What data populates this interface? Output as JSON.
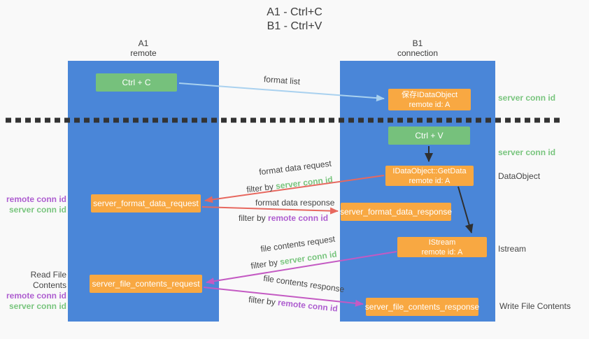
{
  "header": {
    "title_line1": "A1 - Ctrl+C",
    "title_line2": "B1 - Ctrl+V"
  },
  "lifelines": {
    "left": {
      "id": "A1",
      "label": "remote"
    },
    "right": {
      "id": "B1",
      "label": "connection"
    }
  },
  "nodes": {
    "ctrl_c": "Ctrl + C",
    "ctrl_v": "Ctrl + V",
    "save_dataobject": {
      "title": "保存IDataObject",
      "subtitle": "remote id: A"
    },
    "getdata": {
      "title": "IDataObject::GetData",
      "subtitle": "remote id: A"
    },
    "istream": {
      "title": "IStream",
      "subtitle": "remote id: A"
    },
    "server_format_data_request": "server_format_data_request",
    "server_format_data_response": "server_format_data_response",
    "server_file_contents_request": "server_file_contents_request",
    "server_file_contents_response": "server_file_contents_response"
  },
  "labels": {
    "format_list": "format list",
    "format_data_request": "format data request",
    "format_data_response": "format data response",
    "file_contents_request": "file contents request",
    "file_contents_response": "file contents response",
    "filter_by": "filter by",
    "server_conn_id": "server conn id",
    "remote_conn_id": "remote conn id",
    "read_file_contents": "Read File Contents",
    "write_file_contents": "Write File Contents",
    "dataobject": "DataObject",
    "istream_side": "Istream"
  },
  "colors": {
    "background": "#f9f9f9",
    "blue": "#4a86d8",
    "green": "#76c17c",
    "orange": "#f8a842",
    "red": "#e7685f",
    "magenta": "#c45ac3",
    "lightblue": "#a9d1ef",
    "green-text": "#79c57e",
    "purple-text": "#ae5ed0",
    "dotted": "#333333",
    "black-arrow": "#2f2f2f"
  }
}
